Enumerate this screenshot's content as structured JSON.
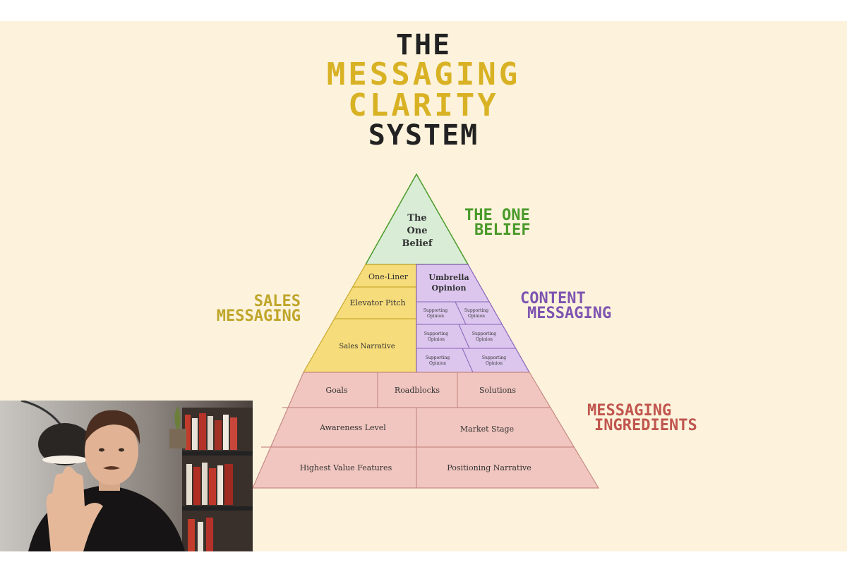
{
  "title": {
    "line1": "THE",
    "line2": "MESSAGING",
    "line3": "CLARITY",
    "line4": "SYSTEM"
  },
  "labels": {
    "one_belief_1": "THE ONE",
    "one_belief_2": "BELIEF",
    "sales_1": "SALES",
    "sales_2": "MESSAGING",
    "content_1": "CONTENT",
    "content_2": "MESSAGING",
    "ingredients_1": "MESSAGING",
    "ingredients_2": "INGREDIENTS"
  },
  "apex": {
    "line1": "The",
    "line2": "One",
    "line3": "Belief"
  },
  "sales_cells": {
    "one_liner": "One-Liner",
    "elevator": "Elevator Pitch",
    "narrative": "Sales Narrative"
  },
  "content_cells": {
    "umbrella_1": "Umbrella",
    "umbrella_2": "Opinion",
    "support_1": "Supporting",
    "support_2": "Opinion"
  },
  "ingredient_cells": {
    "goals": "Goals",
    "roadblocks": "Roadblocks",
    "solutions": "Solutions",
    "awareness": "Awareness Level",
    "market": "Market Stage",
    "features": "Highest Value Features",
    "positioning": "Positioning Narrative"
  },
  "colors": {
    "apex_fill": "#d8ecd6",
    "sales_fill": "#f6dc7a",
    "content_fill": "#dcc6ee",
    "ingredients_fill": "#f1c6c0",
    "title_dark": "#222222",
    "title_gold": "#d8b224"
  }
}
